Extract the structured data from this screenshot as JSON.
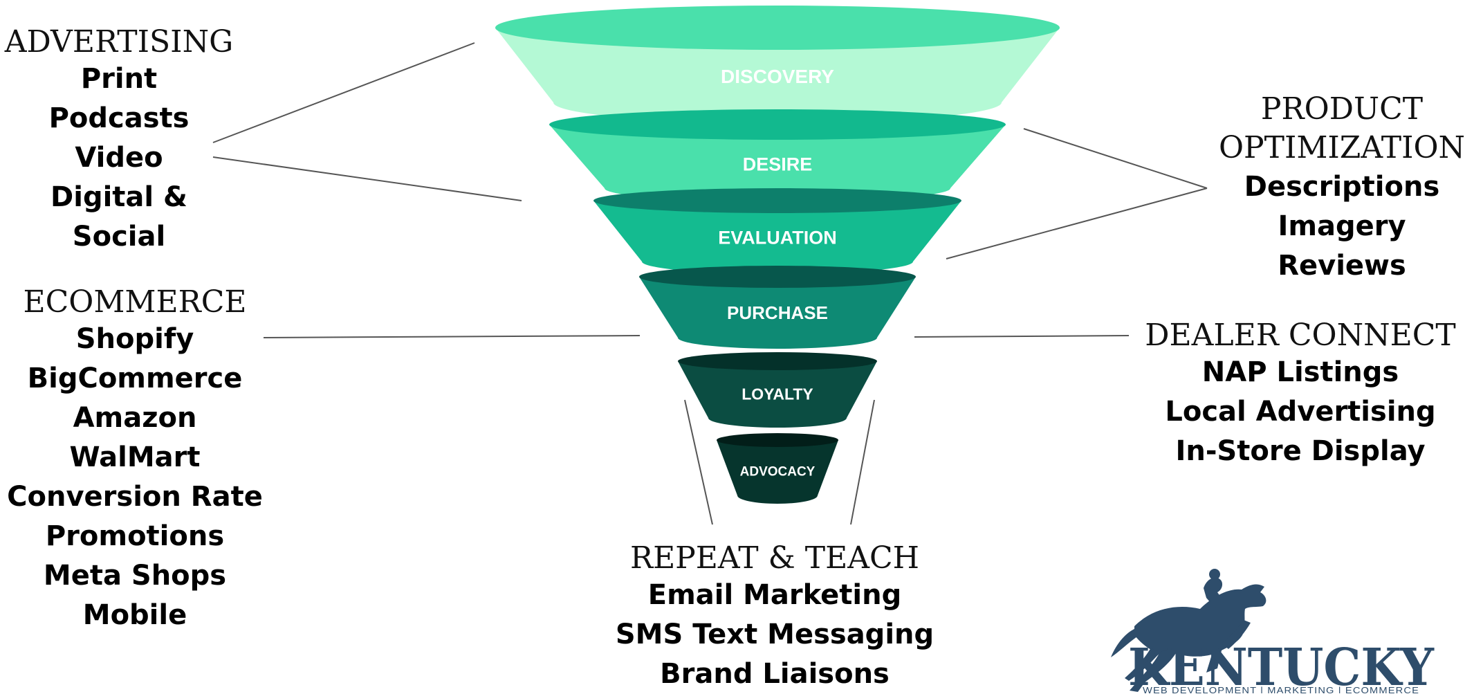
{
  "funnel": {
    "stages": [
      {
        "label": "DISCOVERY",
        "top_color": "#4ae0ab",
        "body_color": "#b4f9d5",
        "text_color": "#1e3a34"
      },
      {
        "label": "DESIRE",
        "top_color": "#12b98e",
        "body_color": "#4ae0ab",
        "text_color": "#ffffff"
      },
      {
        "label": "EVALUATION",
        "top_color": "#0d7f6b",
        "body_color": "#14bb90",
        "text_color": "#ffffff"
      },
      {
        "label": "PURCHASE",
        "top_color": "#07574c",
        "body_color": "#0e8a74",
        "text_color": "#ffffff"
      },
      {
        "label": "LOYALTY",
        "top_color": "#04312a",
        "body_color": "#0b4d42",
        "text_color": "#ffffff"
      },
      {
        "label": "ADVOCACY",
        "top_color": "#021e19",
        "body_color": "#06352d",
        "text_color": "#ffffff"
      }
    ]
  },
  "groups": {
    "advertising": {
      "heading": "Advertising",
      "items": [
        "Print",
        "Podcasts",
        "Video",
        "Digital & Social"
      ]
    },
    "ecommerce": {
      "heading": "Ecommerce",
      "items": [
        "Shopify",
        "BigCommerce",
        "Amazon",
        "WalMart",
        "Conversion Rate",
        "Promotions",
        "Meta Shops",
        "Mobile"
      ]
    },
    "product_optimization": {
      "heading_lines": [
        "Product",
        "Optimization"
      ],
      "items": [
        "Descriptions",
        "Imagery",
        "Reviews"
      ]
    },
    "dealer_connect": {
      "heading": "Dealer Connect",
      "items": [
        "NAP Listings",
        "Local Advertising",
        "In-Store Display"
      ]
    },
    "repeat_teach": {
      "heading": "Repeat & Teach",
      "items": [
        "Email Marketing",
        "SMS Text Messaging",
        "Brand Liaisons"
      ]
    }
  },
  "logo": {
    "wordmark": "KENTUCKY",
    "tagline": "WEB DEVELOPMENT | MARKETING | ECOMMERCE",
    "color": "#2e4d6b"
  },
  "connector_color": "#555555"
}
